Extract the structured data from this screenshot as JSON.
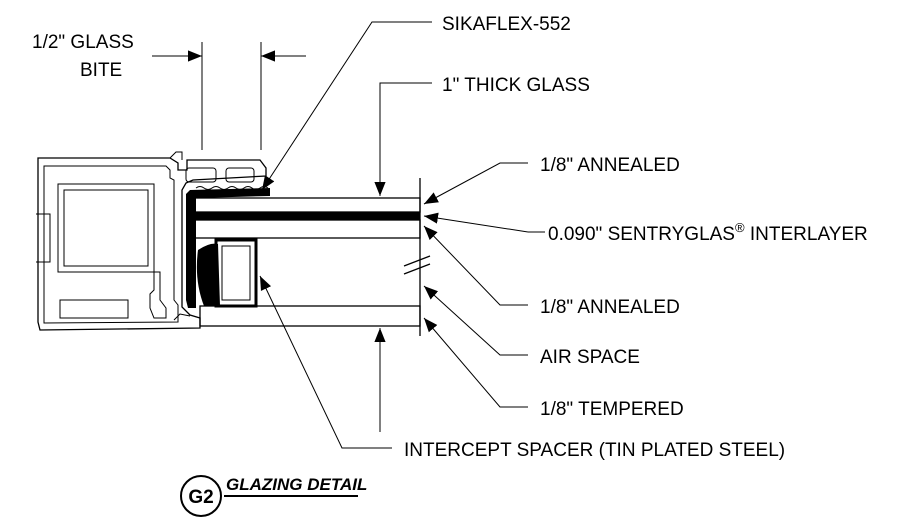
{
  "labels": {
    "glass_bite_line1": "1/2\" GLASS",
    "glass_bite_line2": "BITE",
    "sealant": "SIKAFLEX-552",
    "thick_glass": "1\" THICK GLASS",
    "annealed_top": "1/8\" ANNEALED",
    "interlayer_main": "0.090\" SENTRYGLAS",
    "interlayer_reg": "®",
    "interlayer_end": " INTERLAYER",
    "annealed_bottom": "1/8\" ANNEALED",
    "air_space": "AIR SPACE",
    "tempered": "1/8\" TEMPERED",
    "spacer": "INTERCEPT SPACER (TIN PLATED STEEL)"
  },
  "detail": {
    "tag": "G2",
    "title": "GLAZING DETAIL"
  }
}
